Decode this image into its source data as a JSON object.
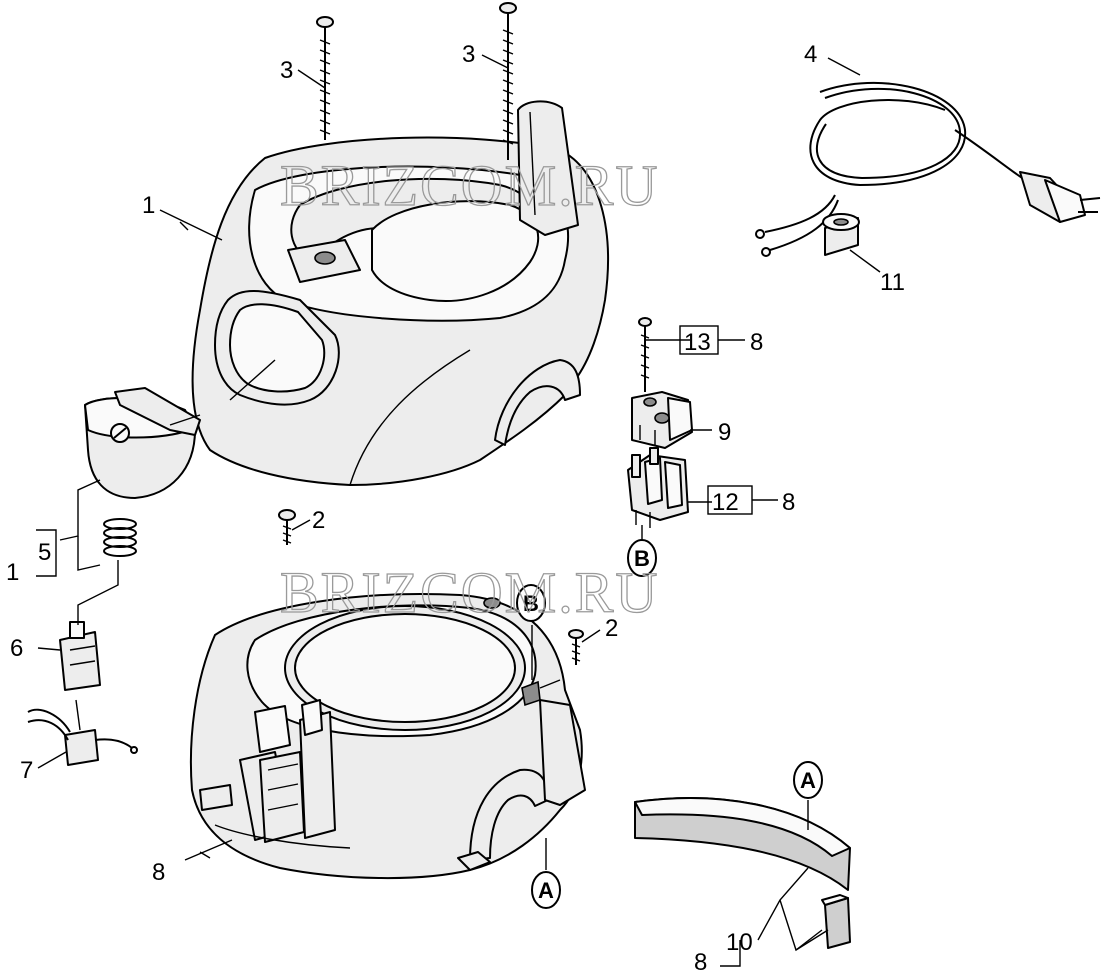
{
  "watermarks": [
    "BRIZCOM.RU",
    "BRIZCOM.RU"
  ],
  "callouts": {
    "c1_top": "1",
    "c3_left": "3",
    "c3_right": "3",
    "c4": "4",
    "c11": "11",
    "c13": "13",
    "c8_a": "8",
    "c9": "9",
    "c12": "12",
    "c8_b": "8",
    "c2_a": "2",
    "c2_b": "2",
    "c5": "5",
    "c1_left": "1",
    "c6": "6",
    "c7": "7",
    "c8_c": "8",
    "c10": "10",
    "c8_d": "8"
  },
  "badges": {
    "b_top": "B",
    "b_mid": "B",
    "a_bottom": "A",
    "a_right": "A"
  }
}
